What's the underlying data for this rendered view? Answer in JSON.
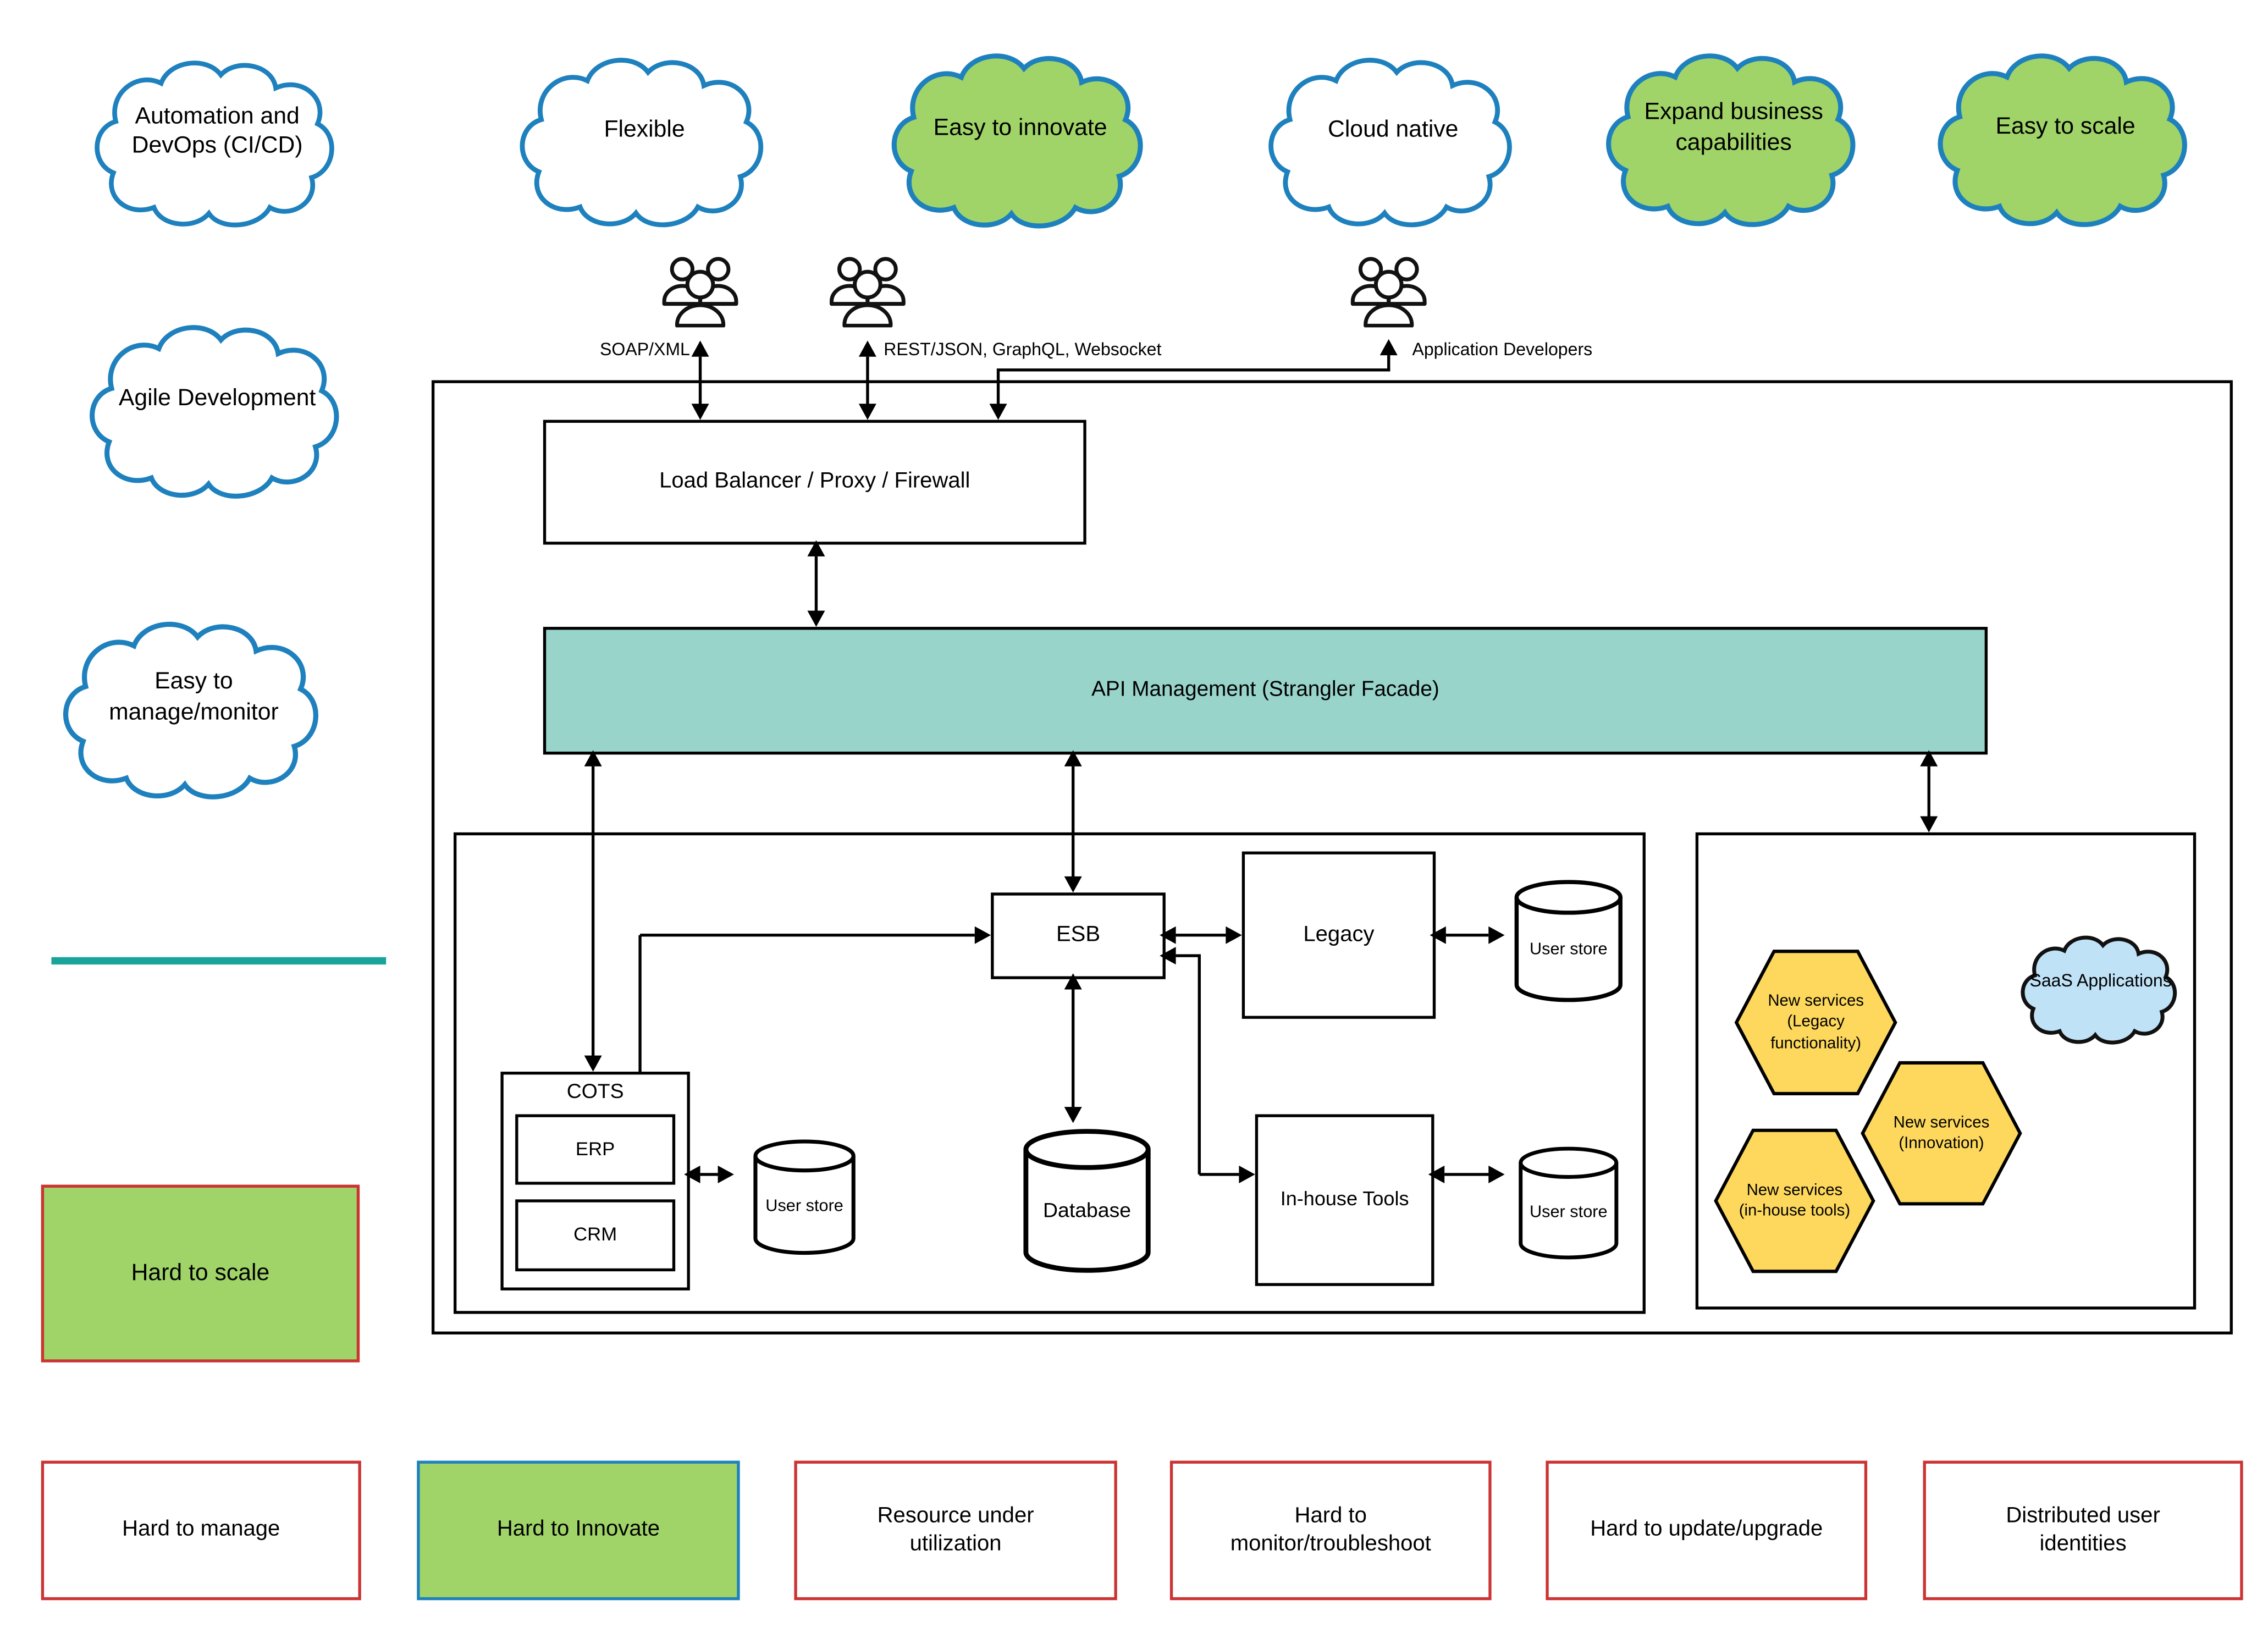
{
  "clouds": {
    "top": [
      {
        "label": "Automation and\nDevOps (CI/CD)",
        "variant": "white"
      },
      {
        "label": "Flexible",
        "variant": "white"
      },
      {
        "label": "Easy to innovate",
        "variant": "green"
      },
      {
        "label": "Cloud native",
        "variant": "white"
      },
      {
        "label": "Expand business\ncapabilities",
        "variant": "green"
      },
      {
        "label": "Easy to scale",
        "variant": "green"
      }
    ],
    "side": [
      {
        "label": "Agile Development",
        "variant": "white"
      },
      {
        "label": "Easy to\nmanage/monitor",
        "variant": "white"
      }
    ]
  },
  "actors": [
    {
      "label": "SOAP/XML"
    },
    {
      "label": "REST/JSON, GraphQL, Websocket"
    },
    {
      "label": "Application Developers"
    }
  ],
  "architecture": {
    "load_balancer": "Load Balancer / Proxy / Firewall",
    "api_management": "API Management (Strangler Facade)",
    "esb": "ESB",
    "legacy": "Legacy",
    "cots": {
      "title": "COTS",
      "erp": "ERP",
      "crm": "CRM"
    },
    "database": "Database",
    "in_house": "In-house Tools",
    "user_store_legacy": "User store",
    "user_store_cots": "User store",
    "user_store_inhouse": "User store",
    "new_services": [
      {
        "label": "New services\n(Legacy\nfunctionality)"
      },
      {
        "label": "New services\n(Innovation)"
      },
      {
        "label": "New services\n(in-house tools)"
      }
    ],
    "saas": "SaaS Applications"
  },
  "status": {
    "hard_to_scale": "Hard to scale",
    "bottom": [
      {
        "label": "Hard to manage",
        "variant": "red"
      },
      {
        "label": "Hard to Innovate",
        "variant": "green-blue"
      },
      {
        "label": "Resource under\nutilization",
        "variant": "red"
      },
      {
        "label": "Hard to\nmonitor/troubleshoot",
        "variant": "red"
      },
      {
        "label": "Hard to update/upgrade",
        "variant": "red"
      },
      {
        "label": "Distributed user\nidentities",
        "variant": "red"
      }
    ]
  },
  "colors": {
    "cloud_stroke_blue": "#1e81be",
    "green_fill": "#a0d468",
    "api_teal": "#98d4ca",
    "divider_teal": "#18a39b",
    "hex_yellow": "#fdd85c",
    "saas_blue": "#bfe2f7",
    "red_border": "#cc3333",
    "blue_border": "#1e81be",
    "line": "#000000"
  }
}
